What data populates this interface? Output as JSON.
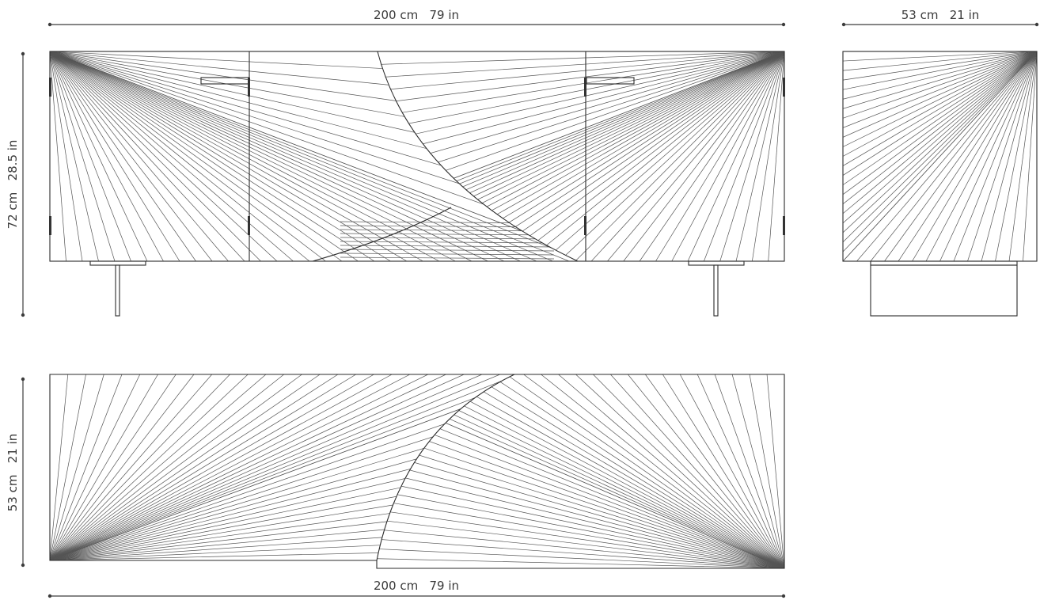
{
  "dimensions": {
    "front_width": "200 cm   79 in",
    "front_height": "72 cm   28.5 in",
    "side_depth": "53 cm   21 in",
    "top_depth": "53 cm   21 in",
    "top_width": "200 cm   79 in"
  }
}
